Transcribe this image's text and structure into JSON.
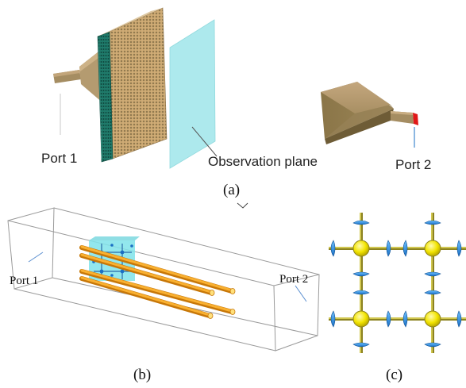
{
  "panel_a": {
    "port1_label": "Port 1",
    "observation_label": "Observation plane",
    "port2_label": "Port 2",
    "caption": "(a)"
  },
  "panel_b": {
    "port1_label": "Port 1",
    "port2_label": "Port 2",
    "caption": "(b)"
  },
  "panel_c": {
    "caption": "(c)"
  },
  "colors": {
    "horn": "#b79a72",
    "horn_dark": "#8f7a52",
    "observation_plane": "#8fe0e4",
    "rod": "#f4a01c",
    "node": "#f2e400",
    "lattice_line": "#a89a2a",
    "cap": "#2a8ee6",
    "port2_tip": "#e01818"
  }
}
